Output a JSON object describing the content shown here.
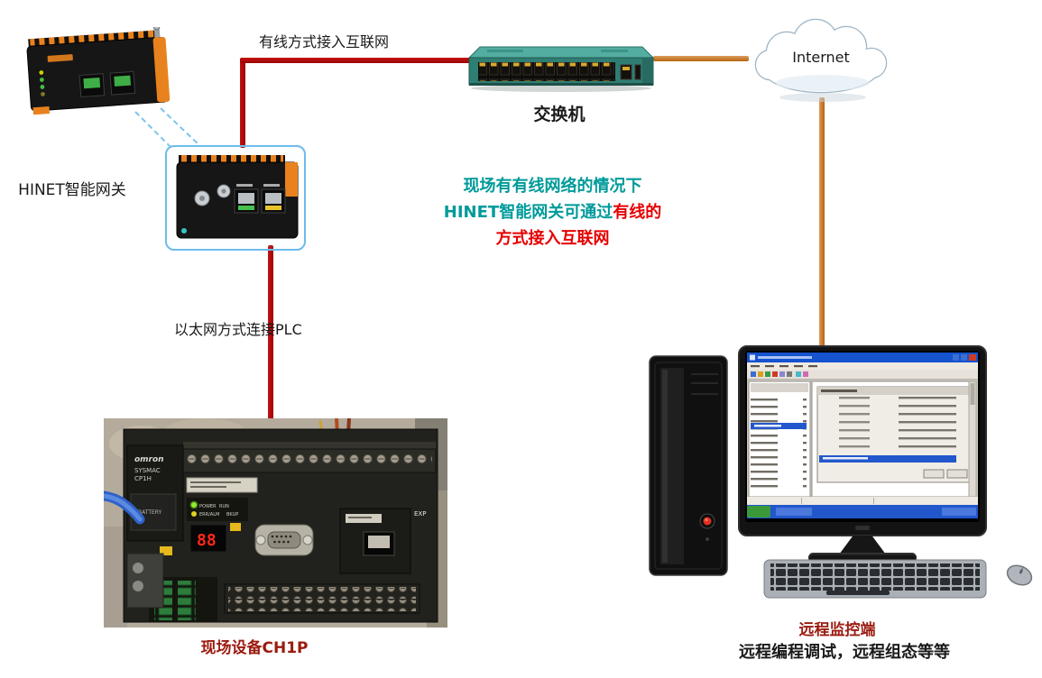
{
  "labels": {
    "gateway": "HINET智能网关",
    "switch": "交换机",
    "internet": "Internet",
    "plc_caption": "现场设备CH1P",
    "remote_title": "远程监控端",
    "remote_subtitle": "远程编程调试，远程组态等等"
  },
  "connections": {
    "wired_internet_label": "有线方式接入互联网",
    "ethernet_plc_label": "以太网方式连接PLC"
  },
  "note": {
    "line1": "现场有有线网络的情况下",
    "line2_teal": "HINET智能网关可通过",
    "line2_red": "有线的",
    "line3": "方式接入互联网"
  },
  "plc_photo_text": {
    "brand": "omron",
    "model_line1": "SYSMAC",
    "model_line2": "CP1H",
    "battery": "BATTERY",
    "led1": "POWER",
    "led2": "RUN",
    "led3": "ERR/ALM",
    "led4": "BKUP",
    "display": "88",
    "exp": "EXP"
  },
  "colors": {
    "red_line": "#b00000",
    "orange_line": "#c87a36",
    "teal_text": "#009a9a",
    "red_text": "#e60000",
    "caption_red": "#9b1b10",
    "callout_blue": "#6cbcec"
  }
}
